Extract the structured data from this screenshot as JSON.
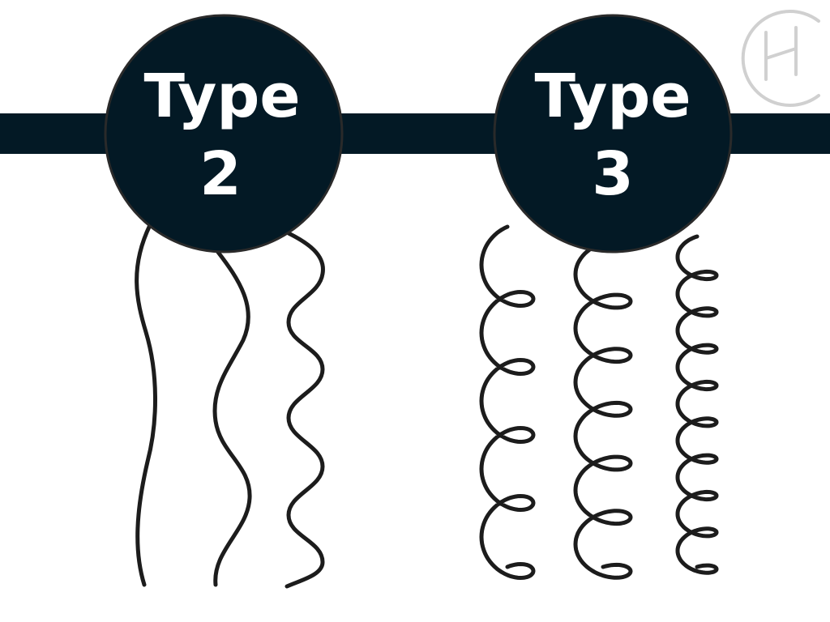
{
  "colors": {
    "band": "#031925",
    "circle_outline": "#2a2a2a",
    "text": "#ffffff",
    "strand": "#1c1c1c",
    "logo": "#d0d0d0"
  },
  "badges": [
    {
      "word": "Type",
      "number": "2"
    },
    {
      "word": "Type",
      "number": "3"
    }
  ],
  "logo": {
    "icon": "h-monogram-logo"
  }
}
